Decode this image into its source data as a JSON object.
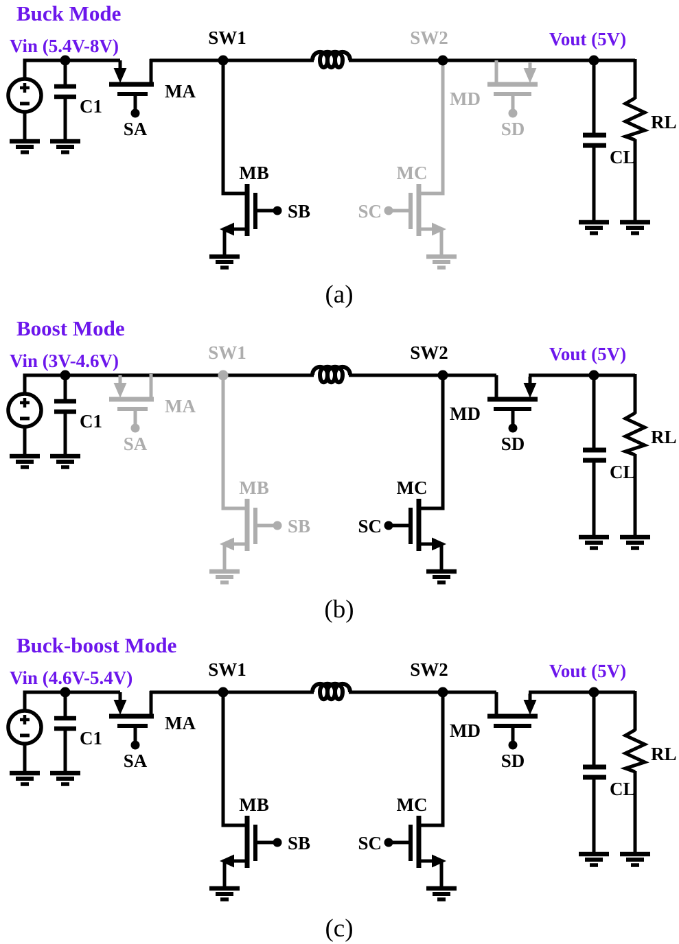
{
  "colors": {
    "ink": "#000000",
    "inactive": "#ADADAD",
    "accent": "#6C16EC",
    "background": "#FFFFFF"
  },
  "figure": {
    "panels": [
      {
        "id": "a",
        "title": "Buck Mode",
        "vin": "Vin (5.4V-8V)",
        "vout": "Vout (5V)",
        "caption": "(a)",
        "labels": {
          "sw1": "SW1",
          "sw2": "SW2",
          "c1": "C1",
          "cl": "CL",
          "rl": "RL",
          "ma": "MA",
          "sa": "SA",
          "mb": "MB",
          "sb": "SB",
          "mc": "MC",
          "sc": "SC",
          "md": "MD",
          "sd": "SD"
        },
        "state": {
          "ma_active": true,
          "ma_series": true,
          "mb_active": true,
          "mc_active": false,
          "md_active": false,
          "md_series": false,
          "sw1_label_active": true,
          "sw1_dot_active": true,
          "sw2_label_active": false
        }
      },
      {
        "id": "b",
        "title": "Boost Mode",
        "vin": "Vin (3V-4.6V)",
        "vout": "Vout (5V)",
        "caption": "(b)",
        "labels": {
          "sw1": "SW1",
          "sw2": "SW2",
          "c1": "C1",
          "cl": "CL",
          "rl": "RL",
          "ma": "MA",
          "sa": "SA",
          "mb": "MB",
          "sb": "SB",
          "mc": "MC",
          "sc": "SC",
          "md": "MD",
          "sd": "SD"
        },
        "state": {
          "ma_active": false,
          "ma_series": false,
          "mb_active": false,
          "mc_active": true,
          "md_active": true,
          "md_series": true,
          "sw1_label_active": false,
          "sw1_dot_active": false,
          "sw2_label_active": true
        }
      },
      {
        "id": "c",
        "title": "Buck-boost Mode",
        "vin": "Vin (4.6V-5.4V)",
        "vout": "Vout (5V)",
        "caption": "(c)",
        "labels": {
          "sw1": "SW1",
          "sw2": "SW2",
          "c1": "C1",
          "cl": "CL",
          "rl": "RL",
          "ma": "MA",
          "sa": "SA",
          "mb": "MB",
          "sb": "SB",
          "mc": "MC",
          "sc": "SC",
          "md": "MD",
          "sd": "SD"
        },
        "state": {
          "ma_active": true,
          "ma_series": true,
          "mb_active": true,
          "mc_active": true,
          "md_active": true,
          "md_series": true,
          "sw1_label_active": true,
          "sw1_dot_active": true,
          "sw2_label_active": true
        }
      }
    ]
  }
}
